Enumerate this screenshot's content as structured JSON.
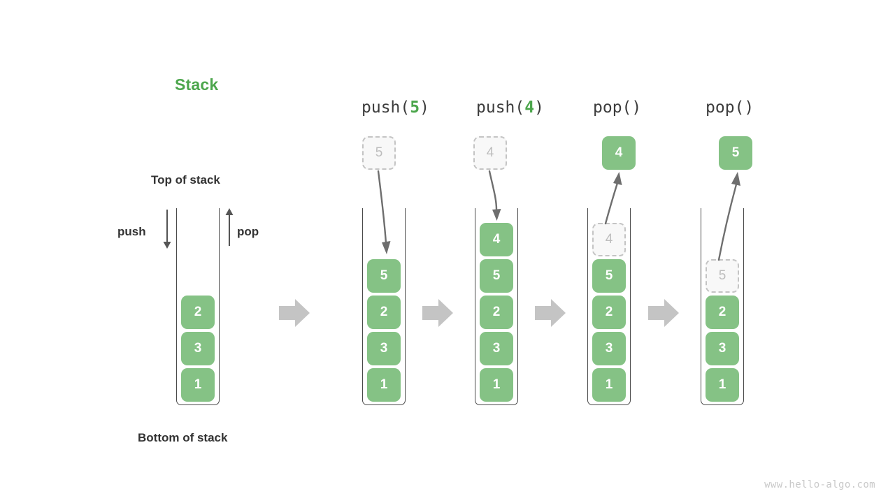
{
  "title": "Stack",
  "accent_color": "#4CA64C",
  "cell_color": "#85c285",
  "ghost_color": "#bdbdbd",
  "labels": {
    "top_of_stack": "Top of stack",
    "bottom_of_stack": "Bottom of stack",
    "push": "push",
    "pop": "pop"
  },
  "watermark": "www.hello-algo.com",
  "initial_stack": {
    "name": "initial-stack",
    "cells": [
      "1",
      "3",
      "2"
    ]
  },
  "steps": [
    {
      "id": "push-5",
      "caption_prefix": "push(",
      "caption_arg": "5",
      "caption_suffix": ")",
      "floating": {
        "value": "5",
        "style": "ghost"
      },
      "arrow_direction": "down",
      "cells": [
        "1",
        "3",
        "2",
        "5"
      ],
      "ghost_index": -1
    },
    {
      "id": "push-4",
      "caption_prefix": "push(",
      "caption_arg": "4",
      "caption_suffix": ")",
      "floating": {
        "value": "4",
        "style": "ghost"
      },
      "arrow_direction": "down",
      "cells": [
        "1",
        "3",
        "2",
        "5",
        "4"
      ],
      "ghost_index": -1
    },
    {
      "id": "pop-1",
      "caption_prefix": "pop(",
      "caption_arg": "",
      "caption_suffix": ")",
      "floating": {
        "value": "4",
        "style": "solid"
      },
      "arrow_direction": "up",
      "cells": [
        "1",
        "3",
        "2",
        "5",
        "4"
      ],
      "ghost_index": 4
    },
    {
      "id": "pop-2",
      "caption_prefix": "pop(",
      "caption_arg": "",
      "caption_suffix": ")",
      "floating": {
        "value": "5",
        "style": "solid"
      },
      "arrow_direction": "up",
      "cells": [
        "1",
        "3",
        "2",
        "5"
      ],
      "ghost_index": 3
    }
  ],
  "transition_arrows": [
    "step-arrow-1",
    "step-arrow-2",
    "step-arrow-3",
    "step-arrow-4"
  ]
}
